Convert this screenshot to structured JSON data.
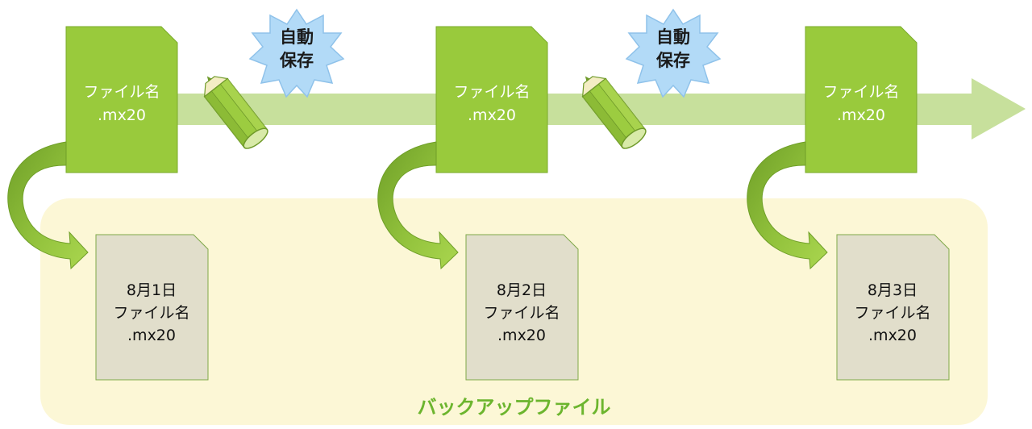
{
  "main_files": [
    {
      "name": "ファイル名",
      "ext": ".mx20"
    },
    {
      "name": "ファイル名",
      "ext": ".mx20"
    },
    {
      "name": "ファイル名",
      "ext": ".mx20"
    }
  ],
  "autosave_bursts": [
    {
      "line1": "自動",
      "line2": "保存"
    },
    {
      "line1": "自動",
      "line2": "保存"
    }
  ],
  "backup_files": [
    {
      "date": "8月1日",
      "name": "ファイル名",
      "ext": ".mx20"
    },
    {
      "date": "8月2日",
      "name": "ファイル名",
      "ext": ".mx20"
    },
    {
      "date": "8月3日",
      "name": "ファイル名",
      "ext": ".mx20"
    }
  ],
  "backup_area": {
    "label": "バックアップファイル"
  },
  "colors": {
    "file_green": "#99ca3c",
    "timeline_green": "#c7e09c",
    "backup_area": "#fcf7d6",
    "backup_file": "#e1decb",
    "burst_blue": "#b2daf7",
    "pencil_green": "#9ccc40",
    "curved_arrow_dark": "#73a52a",
    "curved_arrow_light": "#a8d44e",
    "label_green": "#6cb52e"
  }
}
